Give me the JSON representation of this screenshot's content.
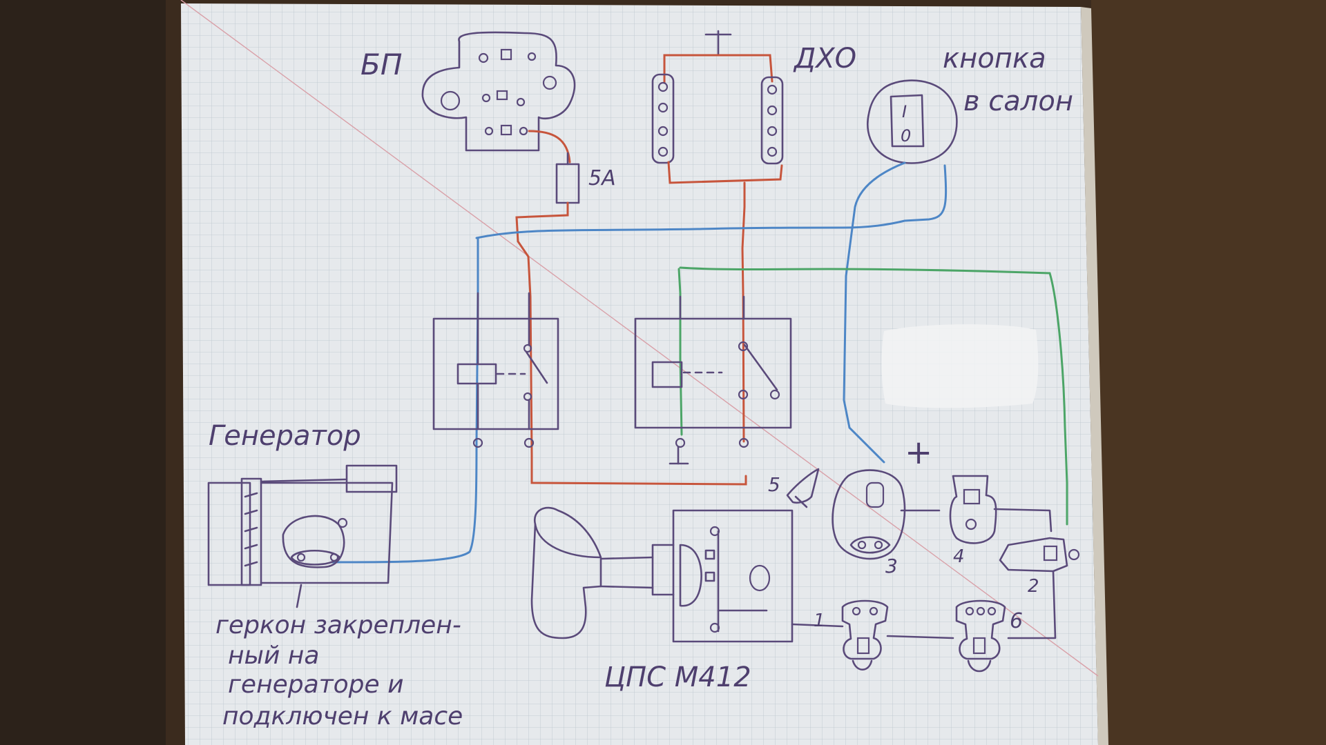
{
  "labels": {
    "power_block": "БП",
    "fuse": "5А",
    "drl": "ДХО",
    "button_line1": "кнопка",
    "button_line2": "в салон",
    "generator": "Генератор",
    "reed_line1": "геркон закреплен-",
    "reed_line2": "ный на",
    "reed_line3": "генераторе и",
    "reed_line4": "подключен к масе",
    "central_unit": "ЦПС М412",
    "plus_sign": "+",
    "pin_5": "5",
    "pin_3": "3",
    "pin_4": "4",
    "pin_2": "2",
    "pin_1": "1",
    "pin_6": "6",
    "button_symbol_top": "I",
    "button_symbol_bottom": "0"
  },
  "colors": {
    "paper": "#e9ecef",
    "ink": "#5a4a7a",
    "wire_red": "#c7553c",
    "wire_blue": "#4d86c6",
    "wire_green": "#4ca567",
    "background": "#3a2a1c"
  }
}
